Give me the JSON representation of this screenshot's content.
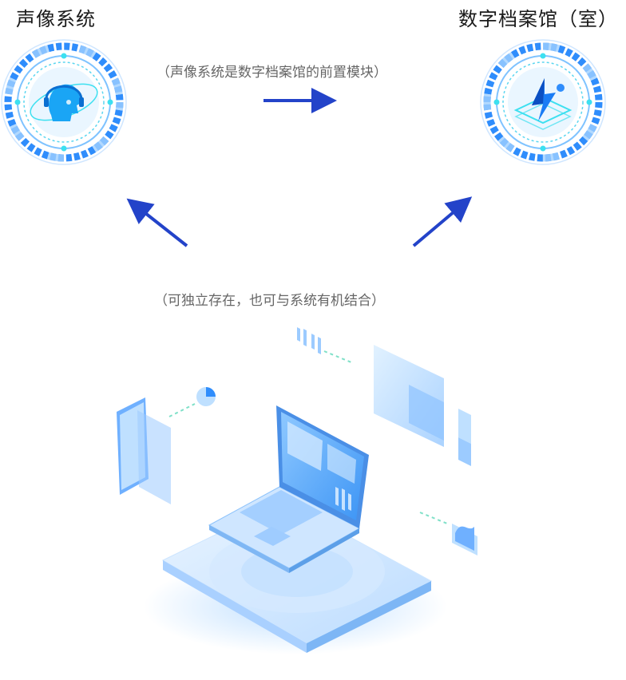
{
  "nodes": {
    "left": {
      "title": "声像系统",
      "icon": "headset-head-icon"
    },
    "right": {
      "title": "数字档案馆（室）",
      "icon": "archive-cube-icon"
    }
  },
  "edges": {
    "left_to_right": {
      "label": "（声像系统是数字档案馆的前置模块）"
    },
    "bottom_to_top": {
      "label": "（可独立存在，也可与系统有机结合）"
    }
  },
  "colors": {
    "arrow": "#2343c9",
    "accent_blue": "#2f8dfc",
    "light_blue": "#bfe0ff",
    "cyan": "#3de0f0"
  }
}
